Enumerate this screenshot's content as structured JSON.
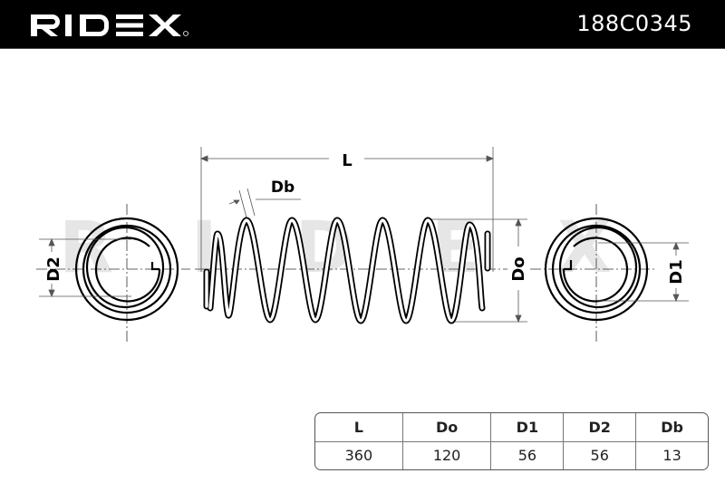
{
  "header": {
    "brand": "RIDEX",
    "part_number": "188C0345",
    "background": "#000000"
  },
  "drawing": {
    "watermark": "RIDEX",
    "labels": {
      "length": "L",
      "wire_diameter": "Db",
      "outer_diameter": "Do",
      "end_diameter_1": "D1",
      "end_diameter_2": "D2"
    }
  },
  "spec_table": {
    "headers": [
      "L",
      "Do",
      "D1",
      "D2",
      "Db"
    ],
    "values": [
      "360",
      "120",
      "56",
      "56",
      "13"
    ]
  }
}
